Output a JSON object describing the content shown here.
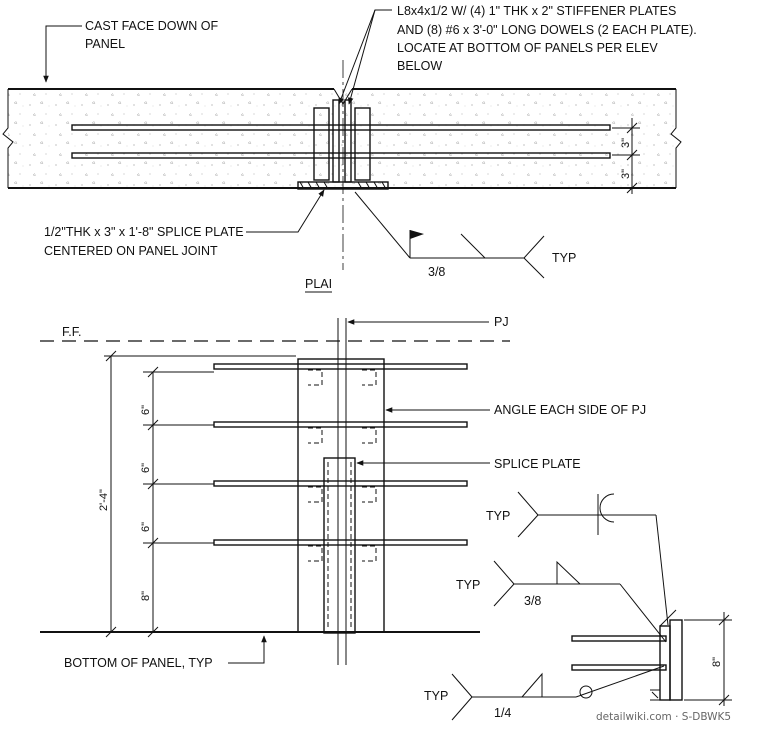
{
  "labels": {
    "cast_face": [
      "CAST FACE DOWN OF",
      "PANEL"
    ],
    "angle_note": [
      "L8x4x1/2 W/ (4) 1\" THK x 2\" STIFFENER PLATES",
      "AND (8) #6 x 3'-0\" LONG DOWELS (2 EACH PLATE).",
      "LOCATE AT BOTTOM OF PANELS PER ELEV",
      "BELOW"
    ],
    "splice_note": [
      "1/2\"THK x 3\" x 1'-8\" SPLICE PLATE",
      "CENTERED ON PANEL JOINT"
    ],
    "plan_title": "PLAI",
    "ff": "F.F.",
    "pj": "PJ",
    "angle_each_side": "ANGLE EACH SIDE OF PJ",
    "splice_plate": "SPLICE PLATE",
    "bottom_of_panel": "BOTTOM OF PANEL, TYP",
    "typ": "TYP",
    "weld_38": "3/8",
    "weld_14": "1/4",
    "watermark": "detailwiki.com · S-DBWK5"
  },
  "dimensions": {
    "plan_3in_a": "3\"",
    "plan_3in_b": "3\"",
    "elev_6_a": "6\"",
    "elev_6_b": "6\"",
    "elev_6_c": "6\"",
    "elev_8": "8\"",
    "elev_total": "2'-4\"",
    "detail_8": "8\""
  }
}
